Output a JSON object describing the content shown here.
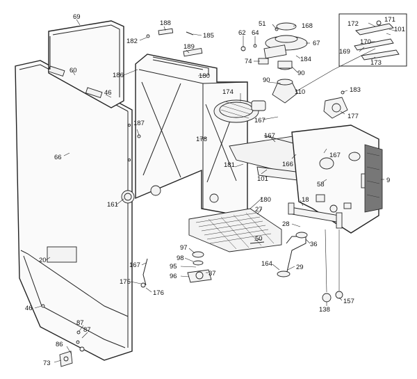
{
  "diagram": {
    "labels": {
      "l69": "69",
      "l60": "60",
      "l46a": "46",
      "l66": "66",
      "l20": "20",
      "l46b": "46",
      "l87a": "87",
      "l87b": "87",
      "l86": "86",
      "l73": "73",
      "l161": "161",
      "l187": "187",
      "l188": "188",
      "l182": "182",
      "l185": "185",
      "l189": "189",
      "l186": "186",
      "l180a": "180",
      "l178": "178",
      "l181": "181",
      "l101a": "101",
      "l180b": "180",
      "l174": "174",
      "l90a": "90",
      "l51": "51",
      "l62": "62",
      "l64": "64",
      "l168": "168",
      "l67": "67",
      "l74": "74",
      "l184": "184",
      "l90b": "90",
      "l110": "110",
      "l167a": "167",
      "l167b": "167",
      "l166": "166",
      "l167c": "167",
      "l172": "172",
      "l171": "171",
      "l101b": "101",
      "l170": "170",
      "l169": "169",
      "l173": "173",
      "l183": "183",
      "l177": "177",
      "l9": "9",
      "l58": "58",
      "l18": "18",
      "l28": "28",
      "l27": "27",
      "l50": "50",
      "l36": "36",
      "l29": "29",
      "l164": "164",
      "l97": "97",
      "l98": "98",
      "l95": "95",
      "l96": "96",
      "l37": "37",
      "l167d": "167",
      "l175": "175",
      "l176": "176",
      "l138": "138",
      "l157": "157"
    }
  }
}
